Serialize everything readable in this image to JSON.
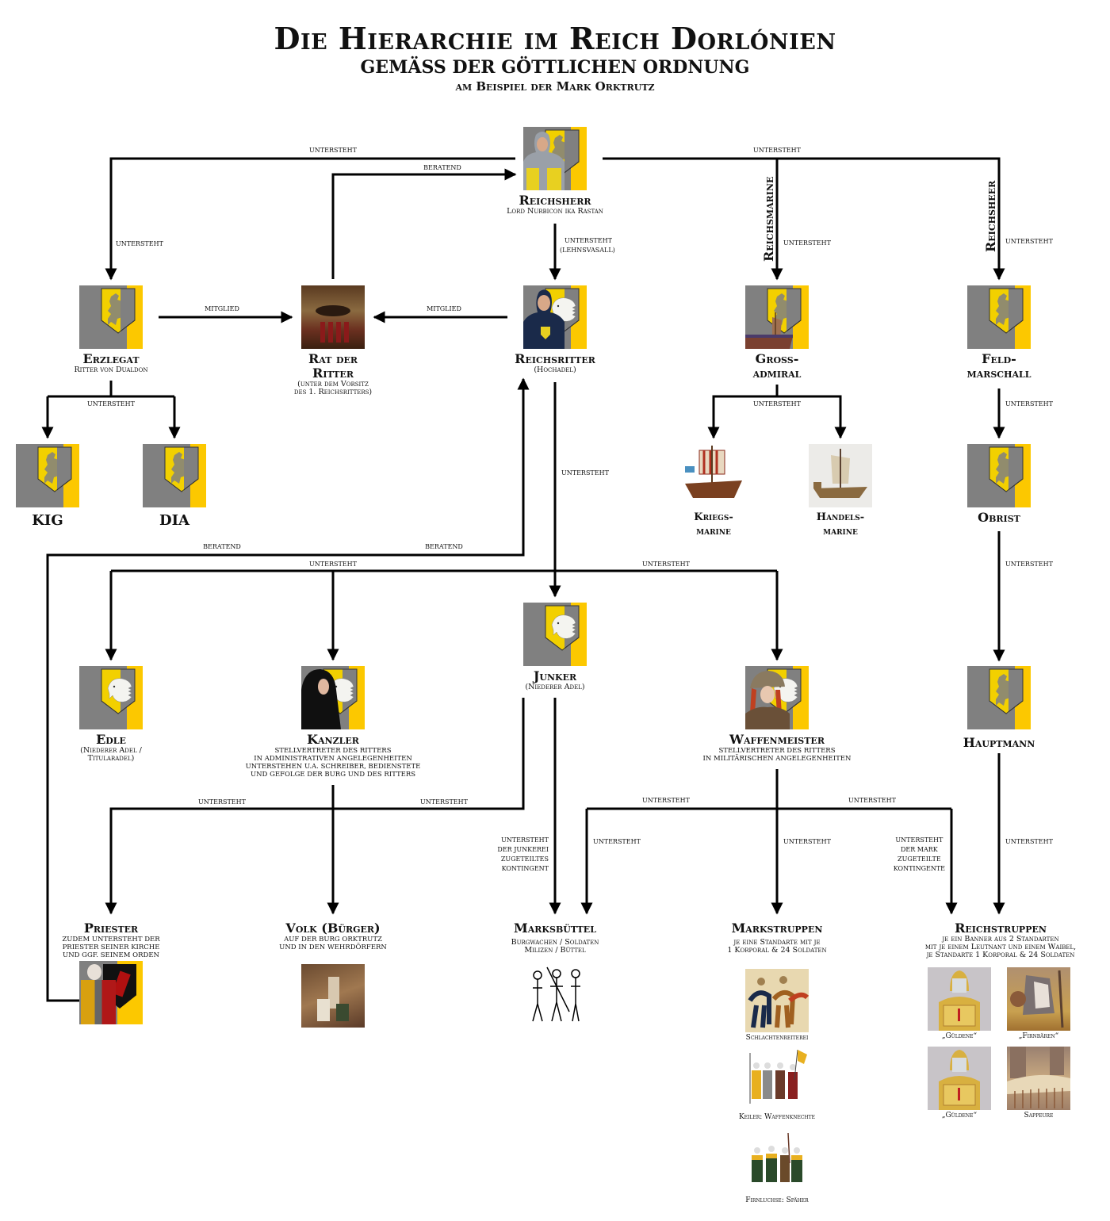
{
  "title": {
    "main": "Die Hierarchie im Reich Dorlónien",
    "subtitle": "gemäss der göttlichen Ordnung",
    "example": "am Beispiel der Mark Orktrutz"
  },
  "colors": {
    "coat_gray": "#808080",
    "coat_yellow": "#fcc800",
    "shield_yellow": "#f2d000",
    "line": "#000000"
  },
  "nodes": {
    "reichsherr": {
      "name": "Reichsherr",
      "sub": "Lord Nurbicon ika Rastan",
      "icon": "knight-portrait-lion-coat"
    },
    "erzlegat": {
      "name": "Erzlegat",
      "sub": "Ritter von Dualdon",
      "icon": "lion-coat-of-arms"
    },
    "rat": {
      "name1": "Rat der",
      "name2": "Ritter",
      "sub1": "(unter dem Vorsitz",
      "sub2": "des 1. Reichsritters)",
      "icon": "council-hall-painting"
    },
    "reichsritter": {
      "name": "Reichsritter",
      "sub": "(Hochadel)",
      "icon": "knight-portrait-boar-coat"
    },
    "grossadmiral": {
      "name1": "Gross-",
      "name2": "admiral",
      "icon": "ship-lion-coat"
    },
    "feldmarschall": {
      "name1": "Feld-",
      "name2": "marschall",
      "icon": "lion-coat-of-arms"
    },
    "kig": {
      "name": "KIG",
      "icon": "lion-coat-of-arms"
    },
    "dia": {
      "name": "DIA",
      "icon": "lion-coat-of-arms"
    },
    "kriegsmarine": {
      "name1": "Kriegs-",
      "name2": "marine",
      "icon": "warship-image"
    },
    "handelsmarine": {
      "name1": "Handels-",
      "name2": "marine",
      "icon": "merchant-ship-image"
    },
    "obrist": {
      "name": "Obrist",
      "icon": "lion-coat-of-arms"
    },
    "junker": {
      "name": "Junker",
      "sub": "(Niederer Adel)",
      "icon": "boar-coat-of-arms"
    },
    "edle": {
      "name": "Edle",
      "sub1": "(Niederer Adel /",
      "sub2": "Titularadel)",
      "icon": "boar-coat-of-arms"
    },
    "kanzler": {
      "name": "Kanzler",
      "sub": [
        "Stellvertreter des Ritters",
        "in administrativen Angelegenheiten",
        "unterstehen u.a. Schreiber, Bedienstete",
        "und Gefolge der Burg und des Ritters"
      ],
      "icon": "woman-portrait-boar-coat"
    },
    "waffenmeister": {
      "name": "Waffenmeister",
      "sub": [
        "Stellvertreter des Ritters",
        "in militärischen Angelegenheiten"
      ],
      "icon": "woman-fur-hat-portrait-boar-coat"
    },
    "hauptmann": {
      "name": "Hauptmann",
      "icon": "lion-coat-of-arms"
    },
    "priester": {
      "name": "Priester",
      "sub": [
        "zudem untersteht der",
        "Priester seiner Kirche",
        "und ggf. seinem Orden"
      ],
      "icon": "priest-portrait-red-black-coat"
    },
    "volk": {
      "name": "Volk (Bürger)",
      "sub": [
        "auf der Burg Orktrutz",
        "und in den Wehrdörfern"
      ],
      "icon": "peasant-dance-painting"
    },
    "marksbuettel": {
      "name": "Marksbüttel",
      "sub": [
        "Burgwachen / Soldaten",
        "Milizen / Büttel"
      ],
      "icon": "woodcut-soldiers"
    },
    "markstruppen": {
      "name": "Markstruppen",
      "sub": [
        "je eine Standarte mit je",
        "1 Korporal & 24 Soldaten"
      ]
    },
    "reichstruppen": {
      "name": "Reichstruppen",
      "sub": [
        "je ein Banner aus 2 Standarten",
        "mit je einem Leutnant und einem Waibel,",
        "je Standarte 1 Korporal & 24 Soldaten"
      ]
    }
  },
  "markstruppen_units": [
    {
      "caption": "Schlachtenreiterei",
      "icon": "cavalry-tapestry"
    },
    {
      "caption": "Keiler: Waffenknechte",
      "icon": "men-at-arms-drawing"
    },
    {
      "caption": "Firnluchse: Späher",
      "icon": "scouts-drawing"
    }
  ],
  "reichstruppen_units": [
    {
      "caption": "„Güldene“",
      "icon": "golden-armored-warrior"
    },
    {
      "caption": "„Firnbären“",
      "icon": "heavy-warrior-painting"
    },
    {
      "caption": "„Güldene“",
      "icon": "golden-armored-warrior"
    },
    {
      "caption": "Sappeure",
      "icon": "siege-works-painting"
    }
  ],
  "edge_labels": {
    "untersteht": "untersteht",
    "beratend": "beratend",
    "mitglied": "Mitglied",
    "lehnsvasall": "(Lehnsvasall)",
    "junkerei": [
      "untersteht",
      "der Junkerei",
      "zugeteiltes",
      "Kontingent"
    ],
    "mark": [
      "untersteht",
      "der Mark",
      "zugeteilte",
      "Kontingente"
    ],
    "reichsmarine": "Reichsmarine",
    "reichsheer": "Reichsheer"
  }
}
